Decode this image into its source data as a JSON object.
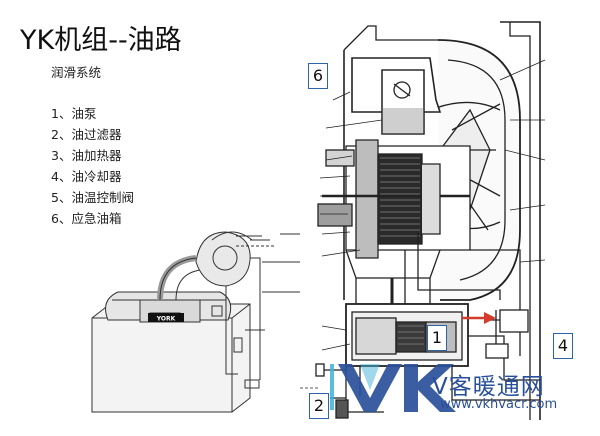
{
  "header": {
    "title": "YK机组--油路"
  },
  "legend": {
    "heading": "润滑系统",
    "items": [
      "1、油泵",
      "2、油过滤器",
      "3、油加热器",
      "4、油冷却器",
      "5、油温控制阀",
      "6、应急油箱"
    ]
  },
  "callouts": [
    "1",
    "2",
    "4",
    "6"
  ],
  "small_diagram": {
    "nameplate": "YORK"
  },
  "watermark": {
    "logo_letters": "VK",
    "text": "V客暖通网",
    "url": "www.vkhvacr.com"
  },
  "colors": {
    "callout_border": "#2f63a9",
    "oil_red": "#d63a2a",
    "watermark_blue": "#2a4f9a",
    "logo_cyan": "#3fb0d8"
  }
}
